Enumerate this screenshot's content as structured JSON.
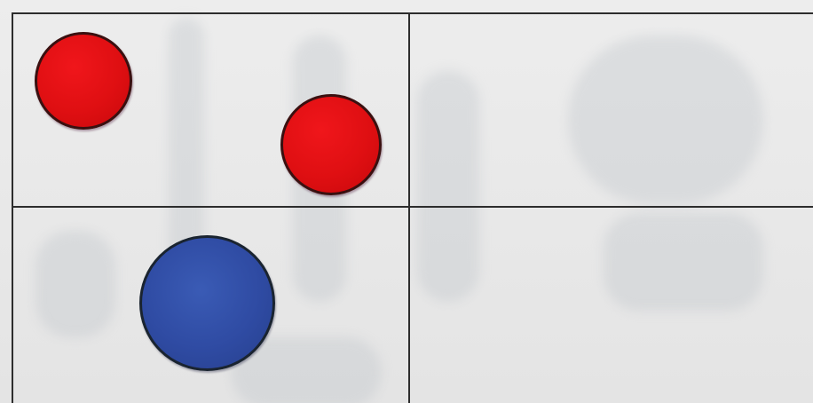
{
  "grid": {
    "rows": 2,
    "columns": 2,
    "line_color": "#2d2d2d",
    "background_color": "#ececec"
  },
  "disks": [
    {
      "color_name": "red",
      "color": "#df0f12",
      "cell": "row-1-col-1"
    },
    {
      "color_name": "red",
      "color": "#df0f12",
      "cell": "row-1-col-1"
    },
    {
      "color_name": "blue",
      "color": "#2f4ba3",
      "cell": "row-2-col-1"
    }
  ]
}
